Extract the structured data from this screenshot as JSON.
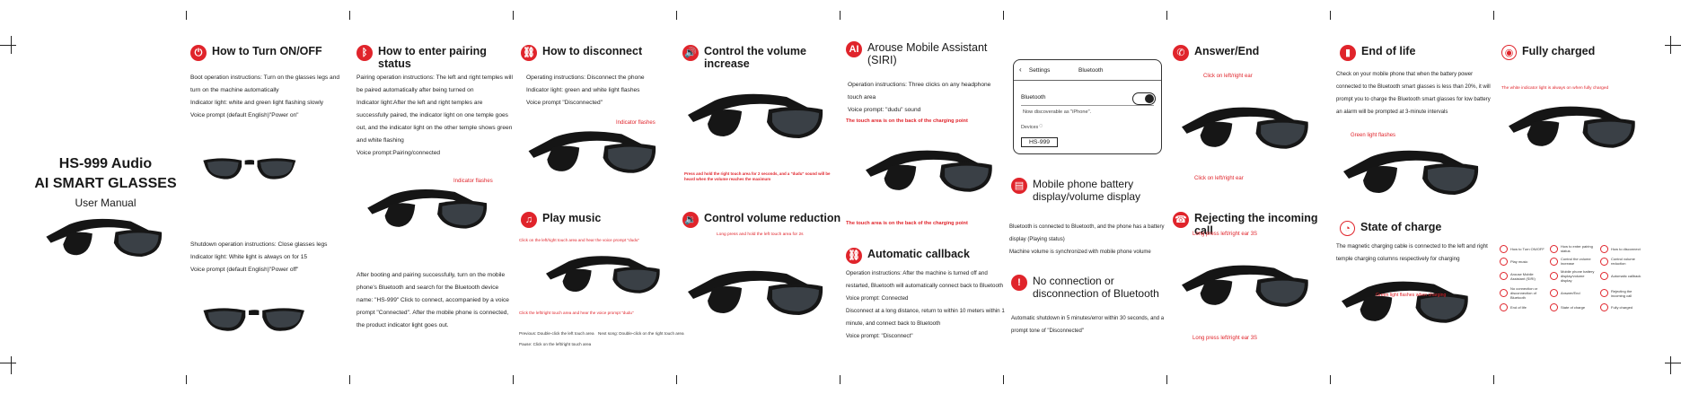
{
  "cover": {
    "model": "HS-999 Audio",
    "product": "AI SMART GLASSES",
    "subtitle": "User Manual"
  },
  "sections": {
    "turn_on_off": {
      "title": "How to Turn ON/OFF",
      "on_text": "Boot operation instructions: Turn on the glasses legs and turn on the machine automatically\nIndicator light: white and green light flashing slowly\nVoice prompt (default English)\"Power on\"",
      "off_text": "Shutdown operation instructions: Close glasses legs\nIndicator light: White light is always on for 15\nVoice prompt (default English)\"Power off\""
    },
    "pairing": {
      "title": "How to enter pairing status",
      "text": "Pairing operation instructions: The left and right temples will be paired automatically after being turned on\nIndicator light:After the left and right temples are successfully paired, the indicator light on one temple goes out, and the indicator light on the other temple shows green and white flashing\nVoice prompt:Pairing/connected",
      "label": "Indicator flashes",
      "text2": "After booting and pairing successfully, turn on the mobile phone's Bluetooth and search for the Bluetooth device name: \"HS-999\" Click to connect, accompanied by a voice prompt \"Connected\". After the mobile phone is connected, the product indicator light goes out."
    },
    "disconnect": {
      "title": "How to disconnect",
      "text": "Operating instructions: Disconnect the phone\nIndicator light: green and white light flashes\nVoice prompt \"Disconnected\"",
      "label": "Indicator flashes"
    },
    "play_music": {
      "title": "Play music",
      "label_top": "Click on the left/right touch area and hear the voice prompt \"dudu\"",
      "label_bottom": "Click the left/right touch area and hear the voice prompt \"dudu\"",
      "note1": "Previous: Double-click the left touch area",
      "note2": "Next song: Double-click on the right touch area",
      "note3": "Pause: Click on the left/right touch area"
    },
    "volume_increase": {
      "title": "Control the volume increase",
      "label": "Press and hold the right touch area for 2 seconds, and a \"dudu\" sound will be heard when the volume reaches the maximum"
    },
    "volume_reduction": {
      "title": "Control volume reduction",
      "label": "Long press and hold the left touch area for 2s"
    },
    "siri": {
      "title": "Arouse Mobile Assistant (SIRI)",
      "text": "Operation instructions: Three clicks on any headphone touch area\nVoice prompt: \"dudu\" sound",
      "label_top": "The touch area is on the back of the charging point",
      "label_bottom": "The touch area is on the back of the charging point"
    },
    "callback": {
      "title": "Automatic callback",
      "text": "Operation instructions: After the machine is turned off and restarted, Bluetooth will automatically connect back to Bluetooth\nVoice prompt: Connected\nDisconnect at a long distance, return to within 10 meters within 1 minute, and connect back to Bluetooth\nVoice prompt: \"Disconnect\""
    },
    "phone_ui": {
      "back": "Settings",
      "header": "Bluetooth",
      "row_label": "Bluetooth",
      "discoverable": "Now discoverable as \"iPhone\".",
      "devices": "Devices",
      "device_name": "HS-999"
    },
    "battery_display": {
      "title": "Mobile phone battery display/volume display",
      "text": "Bluetooth is connected to Bluetooth, and the phone has a battery display (Playing status)\nMachine volume is synchronized with mobile phone volume"
    },
    "no_connection": {
      "title": "No connection or disconnection of Bluetooth",
      "text": "Automatic shutdown in 5 minutes/error within 30 seconds, and a prompt tone of \"Disconnected\""
    },
    "answer_end": {
      "title": "Answer/End",
      "label_top": "Click on left/right ear",
      "label_bottom": "Click on left/right ear"
    },
    "reject": {
      "title": "Rejecting the incoming call",
      "label_top": "Long press left/right ear 3S",
      "label_bottom": "Long press left/right ear 3S"
    },
    "end_of_life": {
      "title": "End of life",
      "text": "Check on your mobile phone that when the battery power connected to the Bluetooth smart glasses is less than 20%, it will prompt you to charge the Bluetooth smart glasses for low battery an alarm will be prompted at 3-minute intervals",
      "label": "Green light flashes"
    },
    "state_of_charge": {
      "title": "State of charge",
      "text": "The magnetic charging cable is connected to the left and right temple charging columns respectively for charging",
      "label": "Green light flashes when charging"
    },
    "fully_charged": {
      "title": "Fully charged",
      "label": "The white indicator light is always on when fully charged"
    },
    "legend": [
      "How to Turn ON/OFF",
      "How to enter pairing status",
      "How to disconnect",
      "Play music",
      "Control the volume increase",
      "Control volume reduction",
      "Arouse Mobile Assistant (SIRI)",
      "Mobile phone battery display/volume display",
      "Automatic callback",
      "No connection or disconnection of Bluetooth",
      "Answer/End",
      "Rejecting the incoming call",
      "End of life",
      "State of charge",
      "Fully charged"
    ]
  },
  "colors": {
    "accent": "#e0242b",
    "text": "#222222"
  }
}
